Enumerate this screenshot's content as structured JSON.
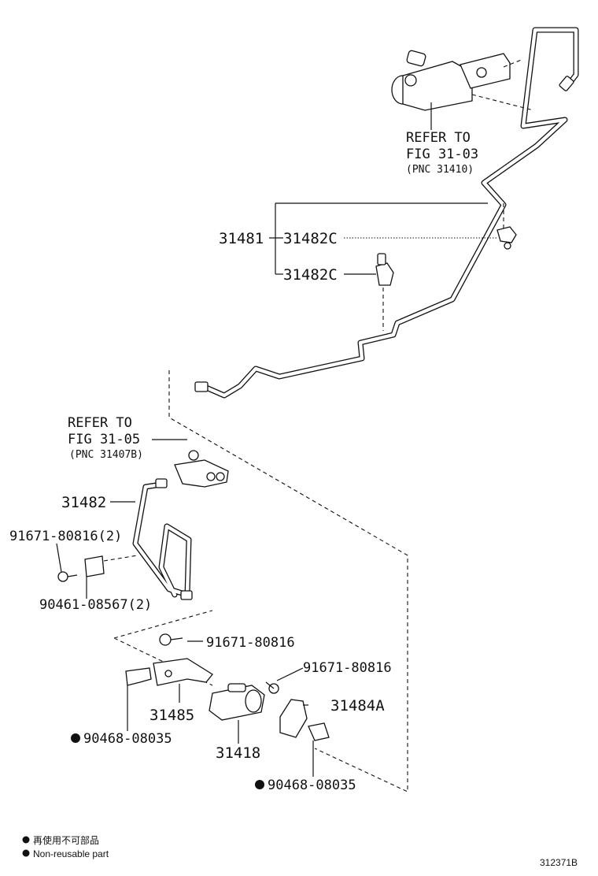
{
  "labels": {
    "refer_top_1": "REFER TO",
    "refer_top_2": "FIG 31-03",
    "refer_top_3": "(PNC 31410)",
    "refer_mid_1": "REFER TO",
    "refer_mid_2": "FIG 31-05",
    "refer_mid_3": "(PNC 31407B)",
    "p31481": "31481",
    "p31482c_a": "31482C",
    "p31482c_b": "31482C",
    "p31482": "31482",
    "p91671_80816_2": "91671-80816(2)",
    "p90461": "90461-08567(2)",
    "p91671_a": "91671-80816",
    "p91671_b": "91671-80816",
    "p31484a": "31484A",
    "p31485": "31485",
    "p90468_a": "90468-08035",
    "p31418": "31418",
    "p90468_b": "90468-08035"
  },
  "legend": {
    "line1": "再使用不可部品",
    "line2": "Non-reusable part"
  },
  "figure_id": "312371B"
}
